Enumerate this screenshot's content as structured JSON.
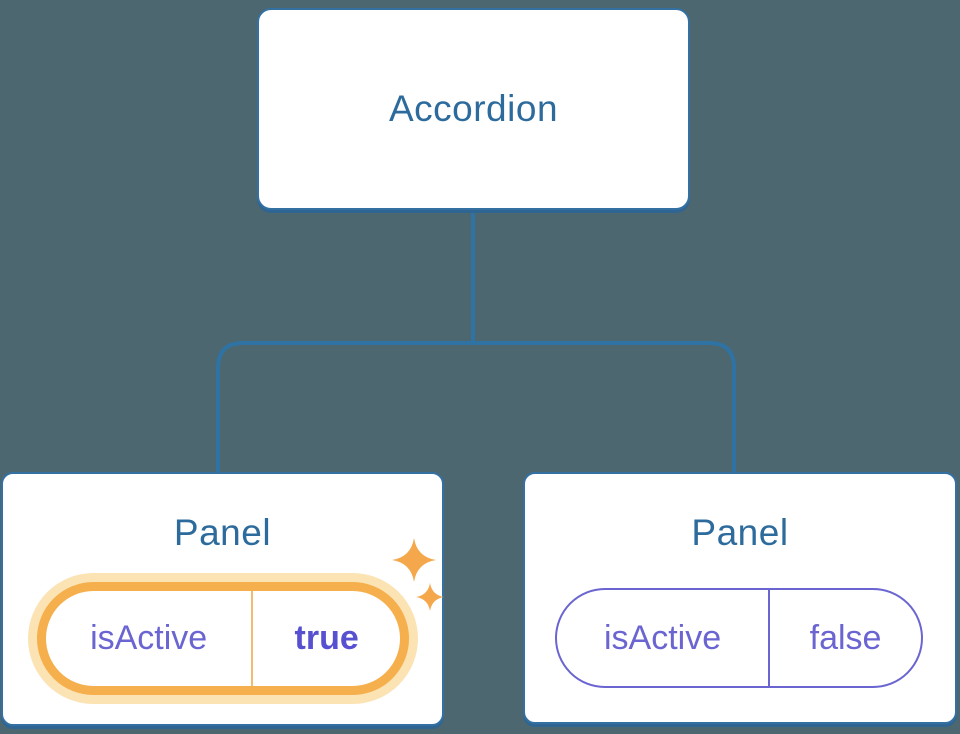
{
  "diagram": {
    "type": "component-tree",
    "root": {
      "label": "Accordion"
    },
    "children": [
      {
        "label": "Panel",
        "state": {
          "key": "isActive",
          "value": "true"
        },
        "highlighted": true,
        "note": "state just changed (sparkle highlight)"
      },
      {
        "label": "Panel",
        "state": {
          "key": "isActive",
          "value": "false"
        },
        "highlighted": false
      }
    ]
  },
  "colors": {
    "background": "#4C676F",
    "node_fill": "#ffffff",
    "node_border_blue": "#3470A2",
    "title_blue": "#2D6B9D",
    "state_purple": "#6A65D1",
    "state_value_bold_purple": "#5750D1",
    "highlight_orange": "#F5AF4D",
    "highlight_glow": "#FBE3B4",
    "sparkle_orange": "#F5A74B"
  }
}
